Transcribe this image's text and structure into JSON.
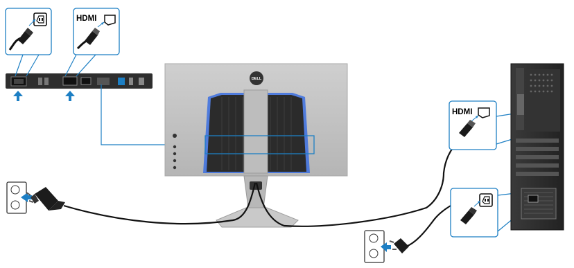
{
  "labels": {
    "hdmi_top": "HDMI",
    "hdmi_right": "HDMI",
    "brand": "DELL"
  },
  "icons": {
    "power_top": "power-connector-icon",
    "hdmi_top": "hdmi-port-icon",
    "hdmi_right": "hdmi-port-icon",
    "power_right": "power-connector-icon"
  },
  "colors": {
    "accent_blue": "#1d7fc4",
    "monitor_glow": "#3b6fe0",
    "device_dark": "#2e2e2e",
    "monitor_body": "#c2c2c2",
    "cable": "#111111"
  }
}
